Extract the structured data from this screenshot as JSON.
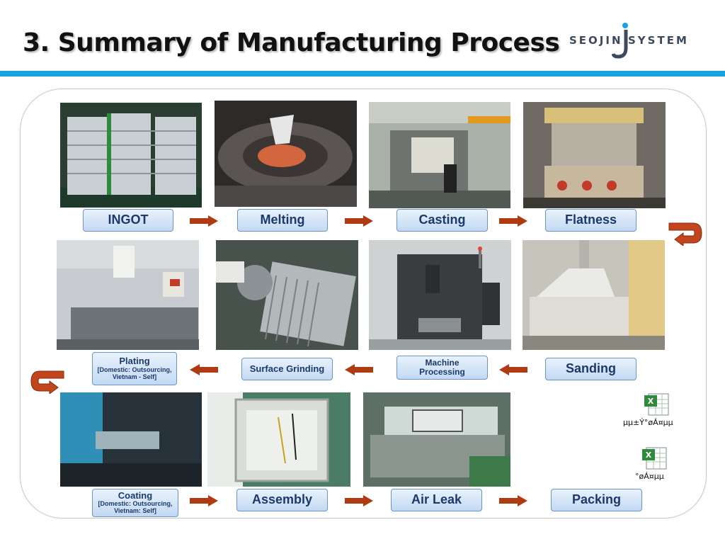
{
  "slide": {
    "title": "3. Summary of Manufacturing Process",
    "logo": {
      "left": "SEOJIN",
      "right": "SYSTEM"
    }
  },
  "steps": {
    "ingot": "INGOT",
    "melting": "Melting",
    "casting": "Casting",
    "flatness": "Flatness",
    "sanding": "Sanding",
    "machine_processing": "Machine Processing",
    "surface_grinding": "Surface Grinding",
    "plating_main": "Plating",
    "plating_note": "[Domestic: Outsourcing, Vietnam - Self]",
    "coating_main": "Coating",
    "coating_note": "[Domestic: Outsourcing, Vietnam: Self]",
    "assembly": "Assembly",
    "air_leak": "Air Leak",
    "packing": "Packing"
  },
  "files": {
    "file1_label": "µµ±Ý°øÁ¤µµ",
    "file2_label": "°øÁ¤µµ"
  },
  "colors": {
    "accent_bar": "#1aa1e1",
    "label_border": "#6b94c6",
    "label_text": "#1b3a6b",
    "arrow": "#b03a12"
  }
}
